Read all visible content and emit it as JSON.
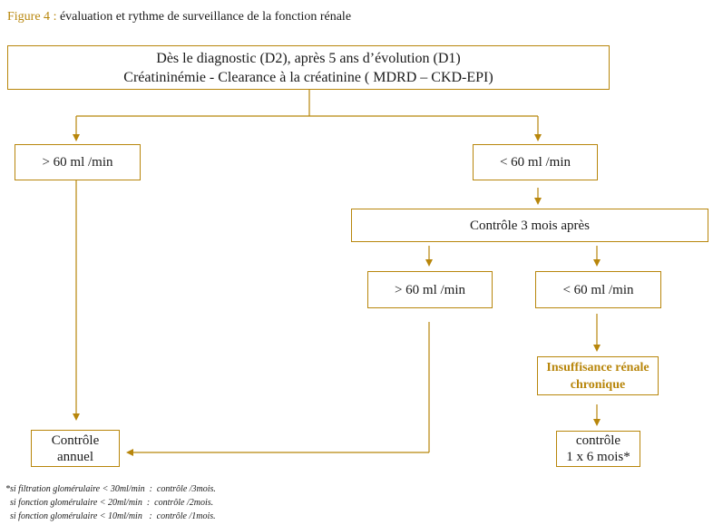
{
  "caption": {
    "figure": "Figure 4",
    "separator": " : ",
    "title": "évaluation et rythme de surveillance de la fonction rénale"
  },
  "boxes": {
    "start_line1": "Dès le diagnostic (D2), après 5 ans d’évolution (D1)",
    "start_line2": "Créatininémie - Clearance à la créatinine ( MDRD – CKD-EPI)",
    "gt60_left": "> 60 ml /min",
    "lt60_right": "< 60 ml /min",
    "control_3m": "Contrôle 3 mois après",
    "gt60_mid": "> 60 ml /min",
    "lt60_mid": "< 60 ml /min",
    "irc_line1": "Insuffisance rénale",
    "irc_line2": "chronique",
    "annual_line1": "Contrôle",
    "annual_line2": "annuel",
    "ctrl6_line1": "contrôle",
    "ctrl6_line2": "1 x 6 mois*"
  },
  "footnotes": [
    "*si filtration glomérulaire < 30ml/min  :  contrôle /3mois.",
    "  si fonction glomérulaire < 20ml/min  :  contrôle /2mois.",
    "  si fonction glomérulaire < 10ml/min   :  contrôle /1mois."
  ],
  "colors": {
    "accent": "#b8860b",
    "text": "#1a1a1a"
  }
}
